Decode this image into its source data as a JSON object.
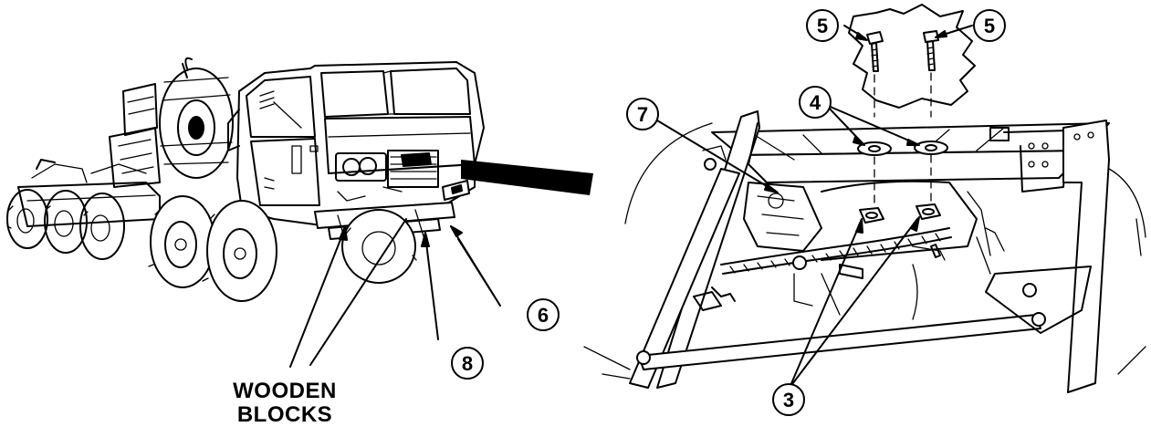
{
  "figure": {
    "label_wooden_blocks_line1": "WOODEN",
    "label_wooden_blocks_line2": "BLOCKS",
    "callouts": {
      "c3": "3",
      "c4": "4",
      "c5a": "5",
      "c5b": "5",
      "c6": "6",
      "c7": "7",
      "c8": "8"
    }
  },
  "colors": {
    "ink": "#000000",
    "paper": "#ffffff"
  }
}
